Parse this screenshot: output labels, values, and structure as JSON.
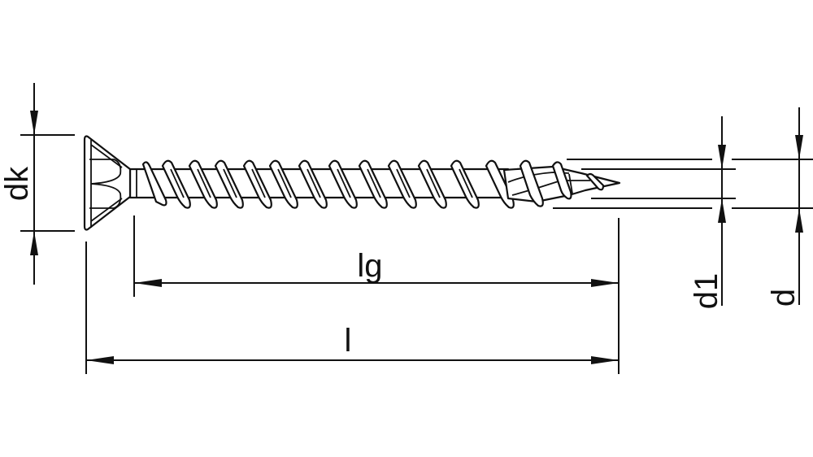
{
  "drawing": {
    "subject": "Countersunk wood screw with partial thread",
    "line_color": "#111111",
    "background": "#ffffff"
  },
  "dimensions": {
    "head_diameter": {
      "label": "dk"
    },
    "thread_length": {
      "label": "lg"
    },
    "total_length": {
      "label": "l"
    },
    "core_diameter": {
      "label": "d1"
    },
    "thread_diameter": {
      "label": "d"
    }
  }
}
